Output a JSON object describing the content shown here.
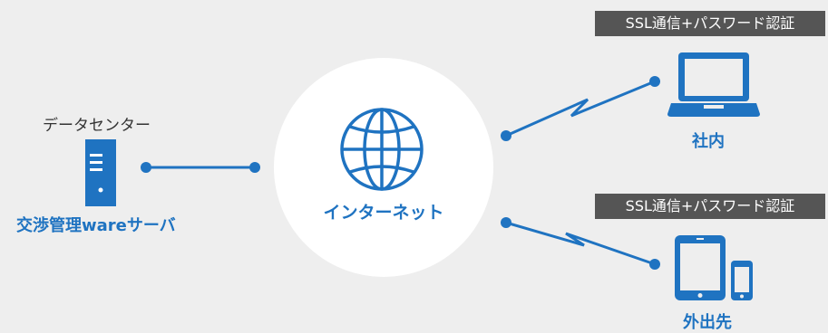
{
  "data_center": {
    "label": "データセンター",
    "server_label": "交渉管理wareサーバ",
    "icon": "server-icon"
  },
  "internet": {
    "label": "インターネット",
    "icon": "globe-icon"
  },
  "office": {
    "badge": "SSL通信+パスワード認証",
    "label": "社内",
    "icon": "laptop-icon"
  },
  "outside": {
    "badge": "SSL通信+パスワード認証",
    "label": "外出先",
    "icon": "tablet-phone-icon"
  },
  "colors": {
    "accent": "#1f73c1",
    "background": "#eeeeee",
    "badge": "#555555",
    "circle": "#ffffff"
  }
}
